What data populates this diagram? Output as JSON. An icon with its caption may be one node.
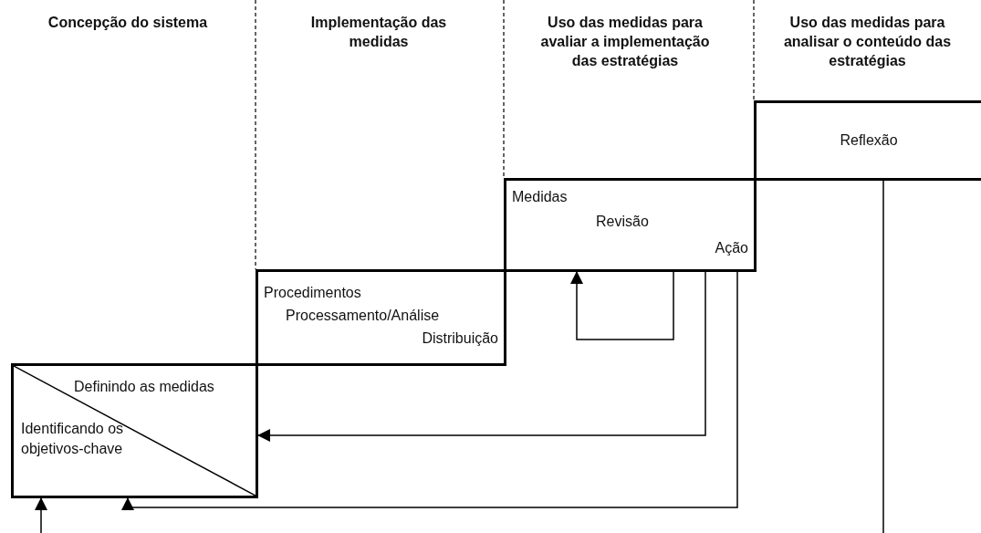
{
  "diagram": {
    "nodes": [
      {
        "text": [
          "Definindo as medidas",
          "Identificando os objetivos-chave"
        ]
      },
      {
        "text": [
          "Procedimentos",
          "Processamento/Análise",
          "Distribuição"
        ]
      },
      {
        "text": [
          "Medidas",
          "Revisão",
          "Ação"
        ]
      },
      {
        "text": [
          "Reflexão"
        ]
      }
    ],
    "edges": [
      {
        "from": 2,
        "to": 2,
        "arrow": "to"
      },
      {
        "from": 2,
        "to": 0,
        "arrow": "to"
      },
      {
        "from": 2,
        "to": 0,
        "arrow": "to"
      },
      {
        "from": 3,
        "to": 0,
        "arrow": "to"
      }
    ],
    "labels": [
      "Concepção do sistema",
      "Implementação das medidas",
      "Uso das medidas para avaliar a implementação das estratégias",
      "Uso das medidas para analisar o conteúdo das estratégias"
    ]
  }
}
